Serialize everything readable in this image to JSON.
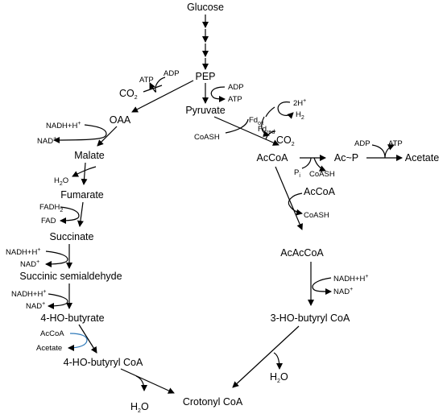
{
  "metabolites": {
    "glucose": "Glucose",
    "pep": "PEP",
    "pyruvate": "Pyruvate",
    "acetyl_coa": "AcCoA",
    "acetyl_phosphate": "Ac~P",
    "acetate": "Acetate",
    "acetoacetyl_coa": "AcAcCoA",
    "hydroxybutyryl_coa_3": "3-HO-butyryl CoA",
    "oxaloacetate": "OAA",
    "malate": "Malate",
    "fumarate": "Fumarate",
    "succinate": "Succinate",
    "succinic_semialdehyde": "Succinic semialdehyde",
    "hydroxybutyrate_4": "4-HO-butyrate",
    "hydroxybutyryl_coa_4": "4-HO-butyryl CoA",
    "crotonyl_coa": "Crotonyl CoA"
  },
  "cofactors": {
    "adp": "ADP",
    "atp": "ATP",
    "co2": "CO",
    "co2_sub": "2",
    "h2o_h": "H",
    "h2o_sub": "2",
    "h2o_o": "O",
    "nadh": "NADH+H",
    "nad": "NAD",
    "plus": "+",
    "fadh": "FADH",
    "fadh_sub": "2",
    "fad": "FAD",
    "coash": "CoASH",
    "fd": "Fd",
    "ox": "ox",
    "red": "red",
    "two_h": "2H",
    "h": "H",
    "h_sub": "2",
    "pi": "P",
    "pi_sub": "i",
    "accoa": "AcCoA",
    "acetate": "Acetate"
  }
}
